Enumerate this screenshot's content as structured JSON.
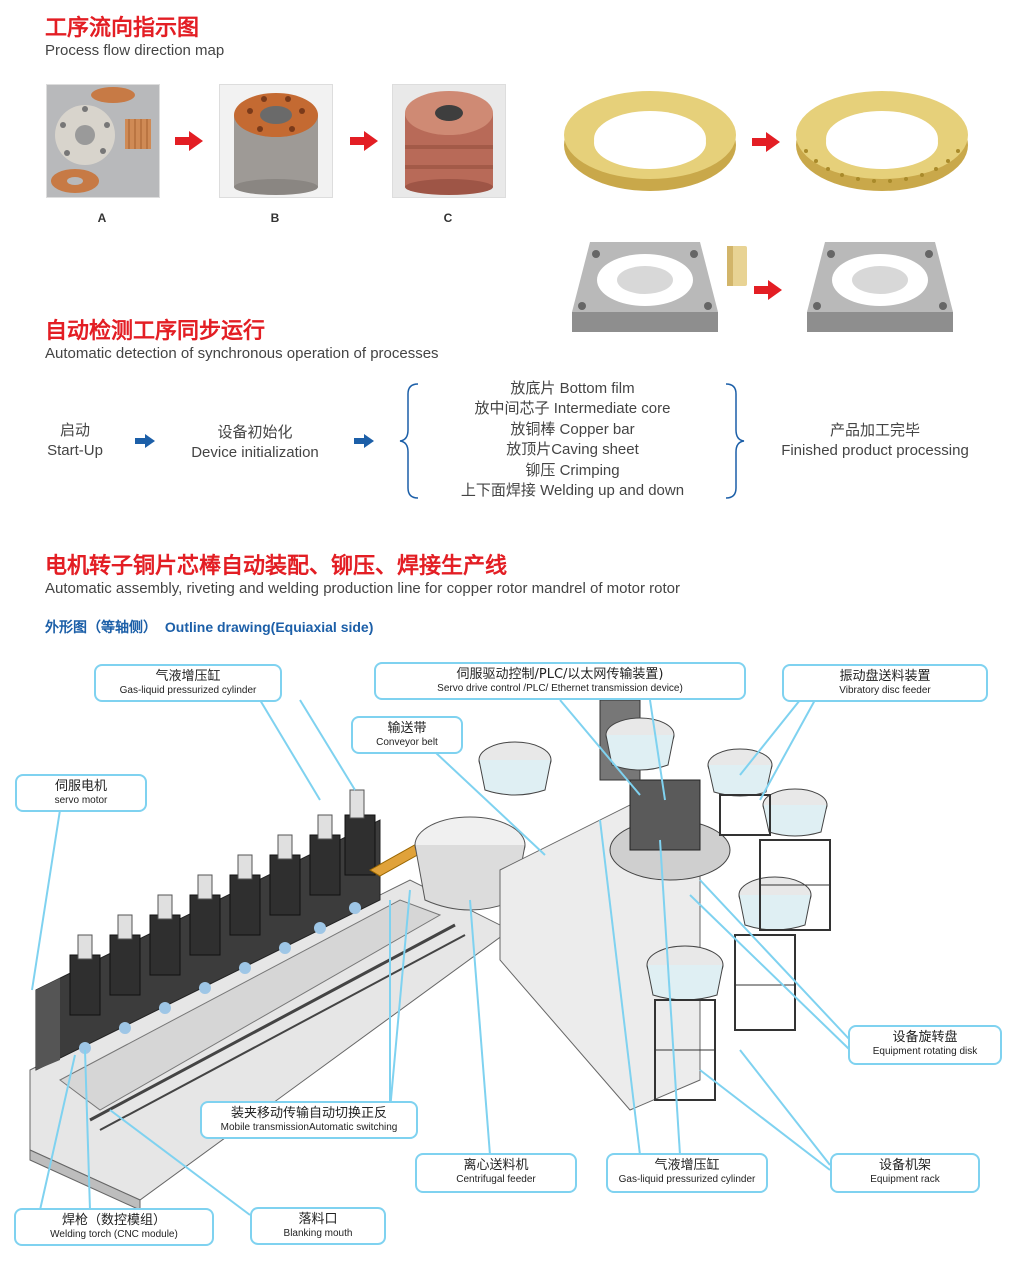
{
  "section1": {
    "title_cn": "工序流向指示图",
    "title_en": "Process flow direction map",
    "labels": [
      "A",
      "B",
      "C"
    ]
  },
  "section2": {
    "title_cn": "自动检测工序同步运行",
    "title_en": "Automatic detection of synchronous operation of processes",
    "start_cn": "启动",
    "start_en": "Start-Up",
    "init_cn": "设备初始化",
    "init_en": "Device initialization",
    "steps": [
      "放底片 Bottom film",
      "放中间芯子 Intermediate core",
      "放铜棒 Copper bar",
      "放顶片Caving sheet",
      "铆压 Crimping",
      "上下面焊接 Welding up and down"
    ],
    "finish_cn": "产品加工完毕",
    "finish_en": "Finished product processing"
  },
  "section3": {
    "title_cn": "电机转子铜片芯棒自动装配、铆压、焊接生产线",
    "title_en": "Automatic assembly, riveting and welding production line for copper rotor mandrel of motor rotor",
    "subtitle_cn": "外形图（等轴侧）",
    "subtitle_en": "Outline drawing(Equiaxial side)"
  },
  "callouts": {
    "gas_cyl_top": {
      "cn": "气液增压缸",
      "en": "Gas-liquid pressurized cylinder"
    },
    "servo_drive": {
      "cn": "伺服驱动控制/PLC/以太网传输装置)",
      "en": "Servo drive control /PLC/ Ethernet transmission device)"
    },
    "vibratory": {
      "cn": "振动盘送料装置",
      "en": "Vibratory disc feeder"
    },
    "conveyor": {
      "cn": "输送带",
      "en": "Conveyor belt"
    },
    "servo_motor": {
      "cn": "伺服电机",
      "en": "servo motor"
    },
    "rotating_disk": {
      "cn": "设备旋转盘",
      "en": "Equipment rotating disk"
    },
    "mobile": {
      "cn": "装夹移动传输自动切换正反",
      "en": "Mobile transmissionAutomatic switching"
    },
    "centrifugal": {
      "cn": "离心送料机",
      "en": "Centrifugal feeder"
    },
    "gas_cyl_bottom": {
      "cn": "气液增压缸",
      "en": "Gas-liquid pressurized cylinder"
    },
    "rack": {
      "cn": "设备机架",
      "en": "Equipment rack"
    },
    "torch": {
      "cn": "焊枪（数控模组）",
      "en": "Welding torch (CNC module)"
    },
    "blanking": {
      "cn": "落料口",
      "en": "Blanking mouth"
    }
  },
  "colors": {
    "accent_red": "#e31e24",
    "arrow_blue": "#1c5fa8",
    "callout_border": "#7fd2f0"
  }
}
